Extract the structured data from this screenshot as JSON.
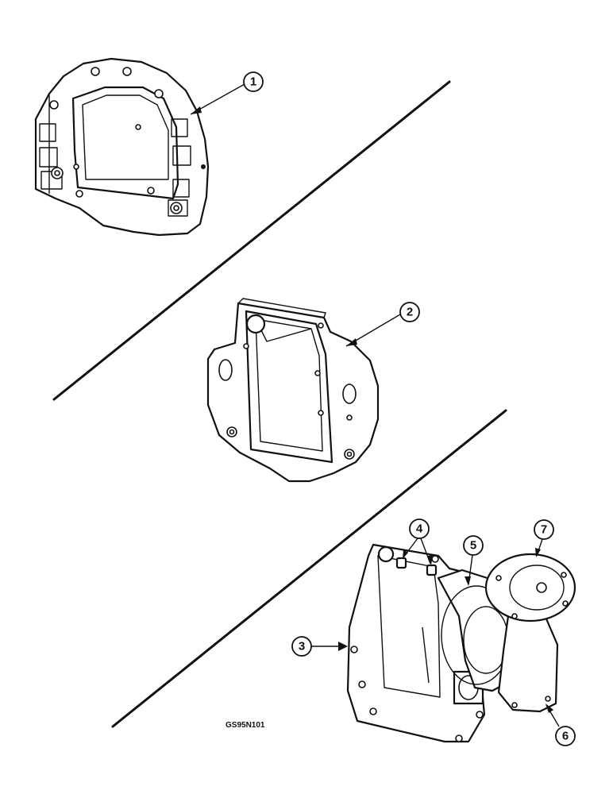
{
  "callouts": [
    "1",
    "2",
    "3",
    "4",
    "5",
    "6",
    "7"
  ],
  "figure_ref": "GS95N101"
}
